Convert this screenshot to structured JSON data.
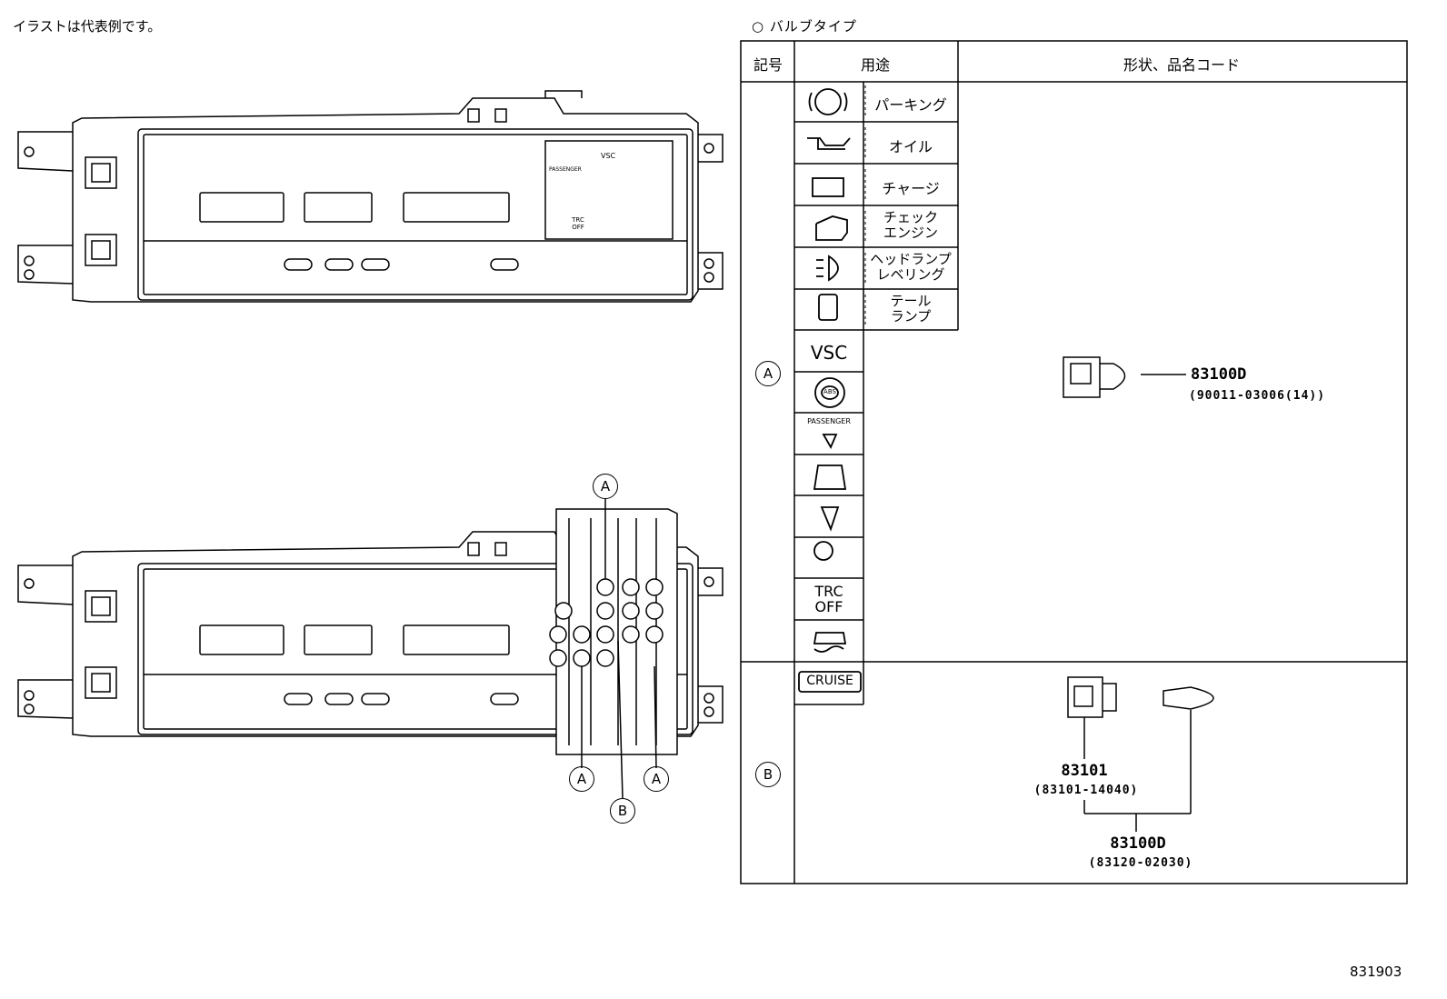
{
  "header": {
    "note": "イラストは代表例です。",
    "bulb_type_title": "○ バルブタイプ"
  },
  "table": {
    "col_symbol": "記号",
    "col_use": "用途",
    "col_shape": "形状、品名コード",
    "row_a_symbol": "A",
    "row_b_symbol": "B",
    "uses": {
      "parking": "パーキング",
      "oil": "オイル",
      "charge": "チャージ",
      "check_engine": "チェック\nエンジン",
      "headlamp_leveling": "ヘッドランプ\nレベリング",
      "tail_lamp": "テール\nランプ"
    },
    "indicators": {
      "vsc": "VSC",
      "abs": "ABS",
      "passenger": "PASSENGER",
      "trc_off": "TRC\nOFF",
      "cruise": "CRUISE"
    }
  },
  "parts": {
    "a_part": "83100D",
    "a_part_code": "(90011-03006(14))",
    "b_socket": "83101",
    "b_socket_code": "(83101-14040)",
    "b_bulb": "83100D",
    "b_bulb_code": "(83120-02030)"
  },
  "callouts": {
    "a": "A",
    "b": "B"
  },
  "cluster_panel": {
    "vsc": "VSC",
    "passenger": "PASSENGER",
    "trc_off": "TRC\nOFF"
  },
  "diagram_id": "831903"
}
